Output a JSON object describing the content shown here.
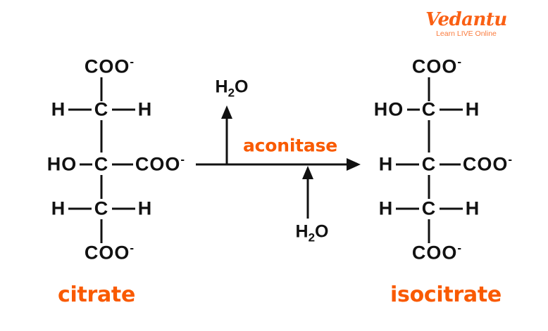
{
  "logo": {
    "name": "Vedantu",
    "tagline": "Learn LIVE Online",
    "color": "#FA6014"
  },
  "theme": {
    "accent_orange": "#F95A00",
    "structure_black": "#111111",
    "background": "#FFFFFF"
  },
  "reaction": {
    "enzyme_label": "aconitase",
    "reagent_released": "H",
    "reagent_released_sub": "2",
    "reagent_released_tail": "O",
    "reagent_added": "H",
    "reagent_added_sub": "2",
    "reagent_added_tail": "O",
    "arrow_direction": "left-to-right"
  },
  "reactant": {
    "name": "citrate",
    "atoms": {
      "top_carboxyl": "COO",
      "top_carboxyl_charge": "-",
      "c2": "C",
      "c2_left": "H",
      "c2_right": "H",
      "c3": "C",
      "c3_left": "HO",
      "c3_right": "COO",
      "c3_right_charge": "-",
      "c4": "C",
      "c4_left": "H",
      "c4_right": "H",
      "bottom_carboxyl": "COO",
      "bottom_carboxyl_charge": "-"
    }
  },
  "product": {
    "name": "isocitrate",
    "atoms": {
      "top_carboxyl": "COO",
      "top_carboxyl_charge": "-",
      "c2": "C",
      "c2_left": "HO",
      "c2_right": "H",
      "c3": "C",
      "c3_left": "H",
      "c3_right": "COO",
      "c3_right_charge": "-",
      "c4": "C",
      "c4_left": "H",
      "c4_right": "H",
      "bottom_carboxyl": "COO",
      "bottom_carboxyl_charge": "-"
    }
  }
}
